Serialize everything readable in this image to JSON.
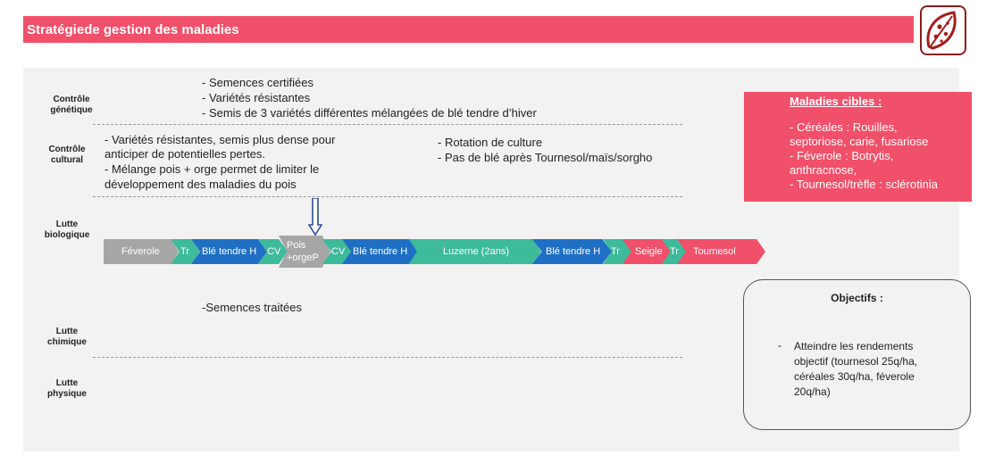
{
  "header": {
    "title": "Stratégiede gestion des maladies"
  },
  "logo": {
    "icon": "leaf-disease-icon",
    "color": "#a51c1c"
  },
  "rows": {
    "genetique": "Contrôle génétique",
    "cultural": "Contrôle cultural",
    "biologique": "Lutte biologique",
    "chimique": "Lutte chimique",
    "physique": "Lutte physique"
  },
  "genetic_items": [
    "- Semences certifiées",
    "- Variétés résistantes",
    "- Semis de 3 variétés différentes mélangées de blé tendre d’hiver"
  ],
  "cultural_left": [
    "- Variétés résistantes, semis plus dense pour",
    "anticiper de potentielles pertes.",
    "- Mélange pois + orge permet de limiter le",
    "développement des maladies du pois"
  ],
  "cultural_right": [
    "- Rotation de culture",
    "- Pas de blé après Tournesol/maïs/sorgho"
  ],
  "rotation": [
    {
      "label": "Féverole",
      "color": "#a6a6a6"
    },
    {
      "label": "Tr",
      "color": "#3dbb9a"
    },
    {
      "label": "Blé tendre H",
      "color": "#1f6fc4"
    },
    {
      "label": "CV",
      "color": "#3dbb9a"
    },
    {
      "label": "Pois +orgeP",
      "color": "#a6a6a6"
    },
    {
      "label": "CV",
      "color": "#3dbb9a"
    },
    {
      "label": "Blé tendre H",
      "color": "#1f6fc4"
    },
    {
      "label": "Luzerne (2ans)",
      "color": "#3dbb9a"
    },
    {
      "label": "Blé tendre H",
      "color": "#1f6fc4"
    },
    {
      "label": "Tr",
      "color": "#3dbb9a"
    },
    {
      "label": "Seigle",
      "color": "#f05069"
    },
    {
      "label": "Tr",
      "color": "#3dbb9a"
    },
    {
      "label": "Tournesol",
      "color": "#f05069"
    }
  ],
  "chemical": {
    "text": "-Semences traitées"
  },
  "diseases": {
    "title": "Maladies cibles :",
    "lines": [
      "- Céréales : Rouilles,",
      "septoriose, carie, fusariose",
      "- Féverole : Botrytis,",
      "anthracnose,",
      "- Tournesol/trèfle : sclérotinia"
    ]
  },
  "objectives": {
    "title": "Objectifs :",
    "bullet": "-",
    "lines": [
      "Atteindre les rendements",
      "objectif (tournesol 25q/ha,",
      "céréales 30q/ha, féverole",
      "20q/ha)"
    ]
  },
  "colors": {
    "accent": "#f05069",
    "blue": "#1f6fc4",
    "teal": "#3dbb9a",
    "grey": "#a6a6a6"
  }
}
